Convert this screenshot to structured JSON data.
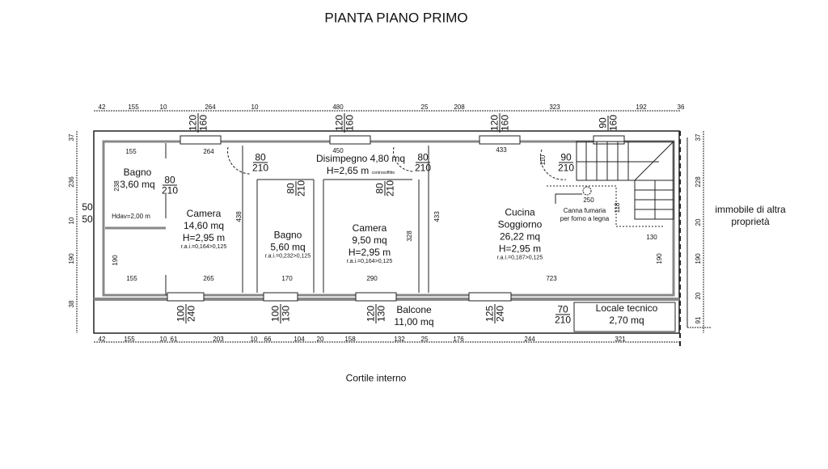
{
  "title": "PIANTA PIANO PRIMO",
  "top_dims": [
    "42",
    "155",
    "10",
    "264",
    "10",
    "480",
    "25",
    "208",
    "323",
    "192",
    "36"
  ],
  "bottom_dims": [
    "42",
    "155",
    "10",
    "61",
    "203",
    "10",
    "66",
    "104",
    "20",
    "158",
    "132",
    "25",
    "176",
    "244",
    "321"
  ],
  "left_dims": [
    "37",
    "236",
    "10",
    "190",
    "38"
  ],
  "right_dims": [
    "37",
    "228",
    "20",
    "190",
    "20",
    "91"
  ],
  "inner_dims": [
    "155",
    "264",
    "450",
    "433",
    "155",
    "265",
    "170",
    "290",
    "723",
    "250",
    "130",
    "238",
    "190",
    "438",
    "328",
    "433",
    "110",
    "118",
    "190"
  ],
  "vent": [
    "50",
    "50"
  ],
  "windows_top": [
    [
      "120",
      "160"
    ],
    [
      "120",
      "160"
    ],
    [
      "120",
      "160"
    ],
    [
      "90",
      "160"
    ]
  ],
  "windows_bottom": [
    [
      "100",
      "240"
    ],
    [
      "100",
      "130"
    ],
    [
      "120",
      "130"
    ],
    [
      "125",
      "240"
    ]
  ],
  "doors": [
    [
      "80",
      "210"
    ],
    [
      "80",
      "210"
    ],
    [
      "80",
      "210"
    ],
    [
      "80",
      "210"
    ],
    [
      "80",
      "210"
    ],
    [
      "90",
      "210"
    ],
    [
      "70",
      "210"
    ]
  ],
  "rooms": {
    "bagno1": {
      "name": "Bagno",
      "area": "3,60 mq",
      "hdav": "Hdav=2,00 m"
    },
    "camera1": {
      "name": "Camera",
      "area": "14,60 mq",
      "height": "H=2,95 m",
      "rai": "r.a.i.=0,164>0,125"
    },
    "bagno2": {
      "name": "Bagno",
      "area": "5,60 mq",
      "rai": "r.a.i.=0,232>0,125"
    },
    "disimpegno": {
      "name": "Disimpegno 4,80 mq",
      "height": "H=2,65 m",
      "note": "controsoffitto"
    },
    "camera2": {
      "name": "Camera",
      "area": "9,50 mq",
      "height": "H=2,95 m",
      "rai": "r.a.i.=0,164>0,125"
    },
    "cucina": {
      "name1": "Cucina",
      "name2": "Soggiorno",
      "area": "26,22 mq",
      "height": "H=2,95 m",
      "rai": "r.a.i.=0,187>0,125"
    },
    "canna": {
      "line1": "Canna fumaria",
      "line2": "per forno a legna"
    },
    "balcone": {
      "name": "Balcone",
      "area": "11,00 mq"
    },
    "locale": {
      "name": "Locale tecnico",
      "area": "2,70 mq"
    }
  },
  "neighbor": {
    "line1": "immobile di altra",
    "line2": "proprietà"
  },
  "courtyard": "Cortile interno"
}
